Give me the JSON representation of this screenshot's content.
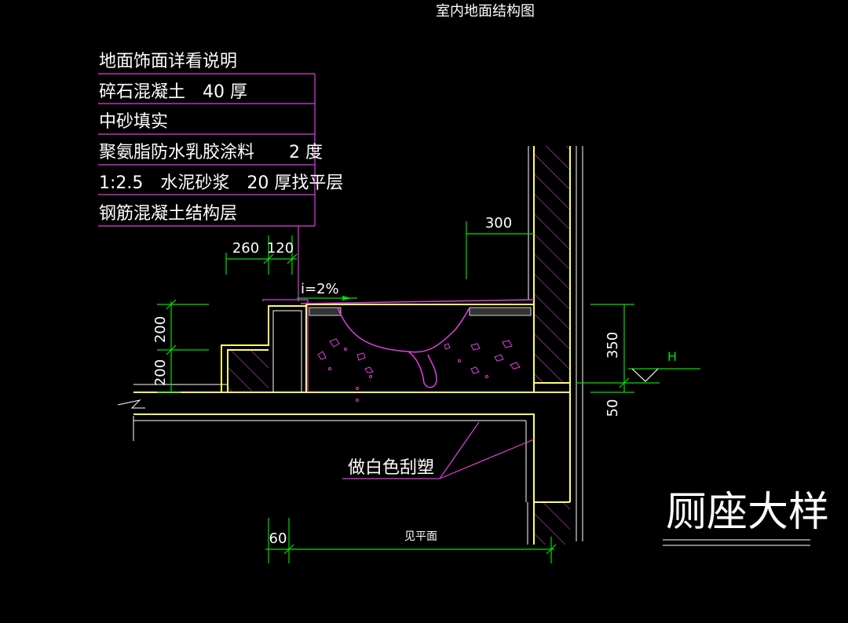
{
  "drawing_title": "室内地面结构图",
  "layers_note": {
    "rows": [
      "地面饰面详看说明",
      "碎石混凝土　40 厚",
      "中砂填实",
      "聚氨脂防水乳胶涂料　　2 度",
      "1:2.5　水泥砂浆　20 厚找平层",
      "钢筋混凝土结构层"
    ]
  },
  "dimensions": {
    "d260": "260",
    "d120": "120",
    "d300": "300",
    "d200_upper": "200",
    "d200_lower": "200",
    "d350": "350",
    "d50": "50",
    "d60": "60",
    "see_plan": "见平面"
  },
  "slope": "i=2%",
  "level_mark": "H",
  "ceiling_note": "做白色刮塑",
  "detail_title": "厕座大样",
  "colors": {
    "background": "#000000",
    "text": "#ffffff",
    "outline_yellow": "#ffff66",
    "leader_magenta": "#e040e0",
    "dimension_green": "#00e000",
    "hatch_magenta": "#cc44cc"
  }
}
